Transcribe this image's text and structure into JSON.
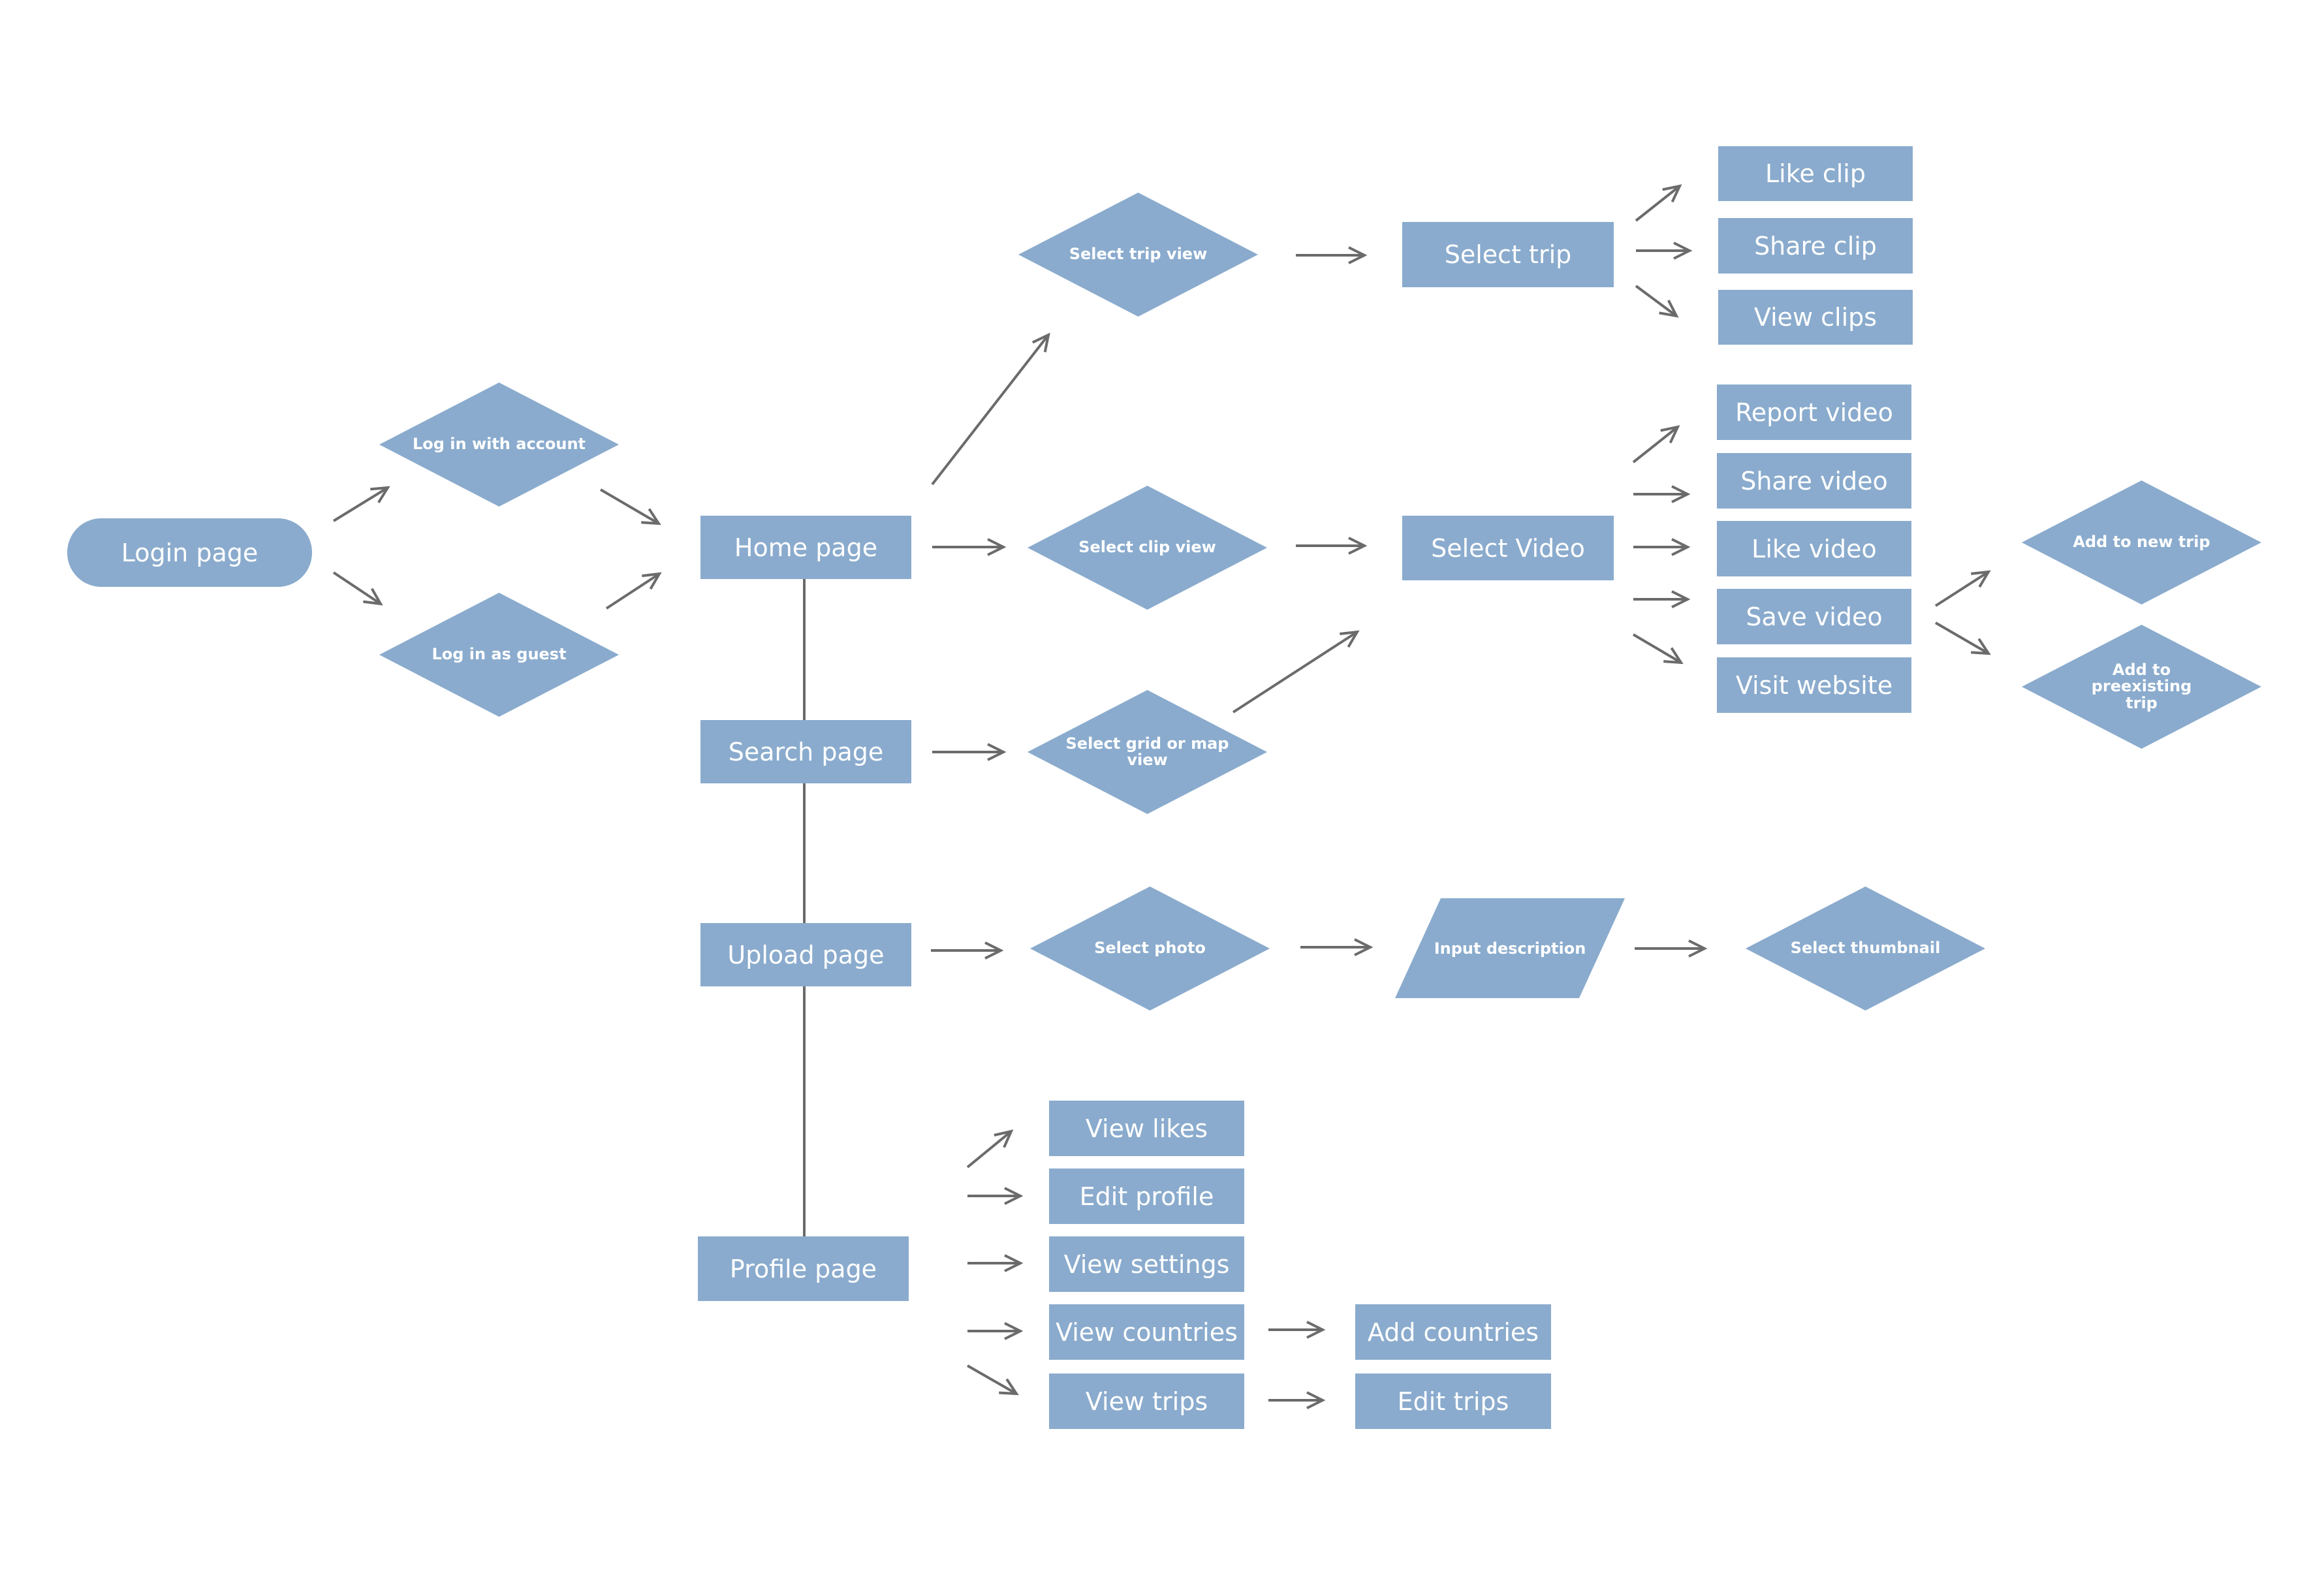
{
  "colors": {
    "node_fill": "#8aabcd",
    "node_text": "#ffffff",
    "connector": "#6b6b6b",
    "background": "#ffffff"
  },
  "nodes": {
    "login_page": "Login page",
    "log_in_with_account": "Log in with account",
    "log_in_as_guest": "Log in as guest",
    "home_page": "Home page",
    "search_page": "Search page",
    "upload_page": "Upload page",
    "profile_page": "Profile page",
    "select_trip_view": "Select trip view",
    "select_clip_view": "Select clip view",
    "select_grid_or_map_view": "Select grid or map view",
    "select_photo": "Select photo",
    "select_trip": "Select trip",
    "select_video": "Select Video",
    "input_description": "Input description",
    "select_thumbnail": "Select thumbnail",
    "like_clip": "Like clip",
    "share_clip": "Share clip",
    "view_clips": "View clips",
    "report_video": "Report video",
    "share_video": "Share video",
    "like_video": "Like video",
    "save_video": "Save video",
    "visit_website": "Visit website",
    "add_to_new_trip": "Add to new trip",
    "add_to_preexisting_trip": "Add to preexisting trip",
    "view_likes": "View likes",
    "edit_profile": "Edit profile",
    "view_settings": "View settings",
    "view_countries": "View countries",
    "view_trips": "View trips",
    "add_countries": "Add countries",
    "edit_trips": "Edit trips"
  }
}
